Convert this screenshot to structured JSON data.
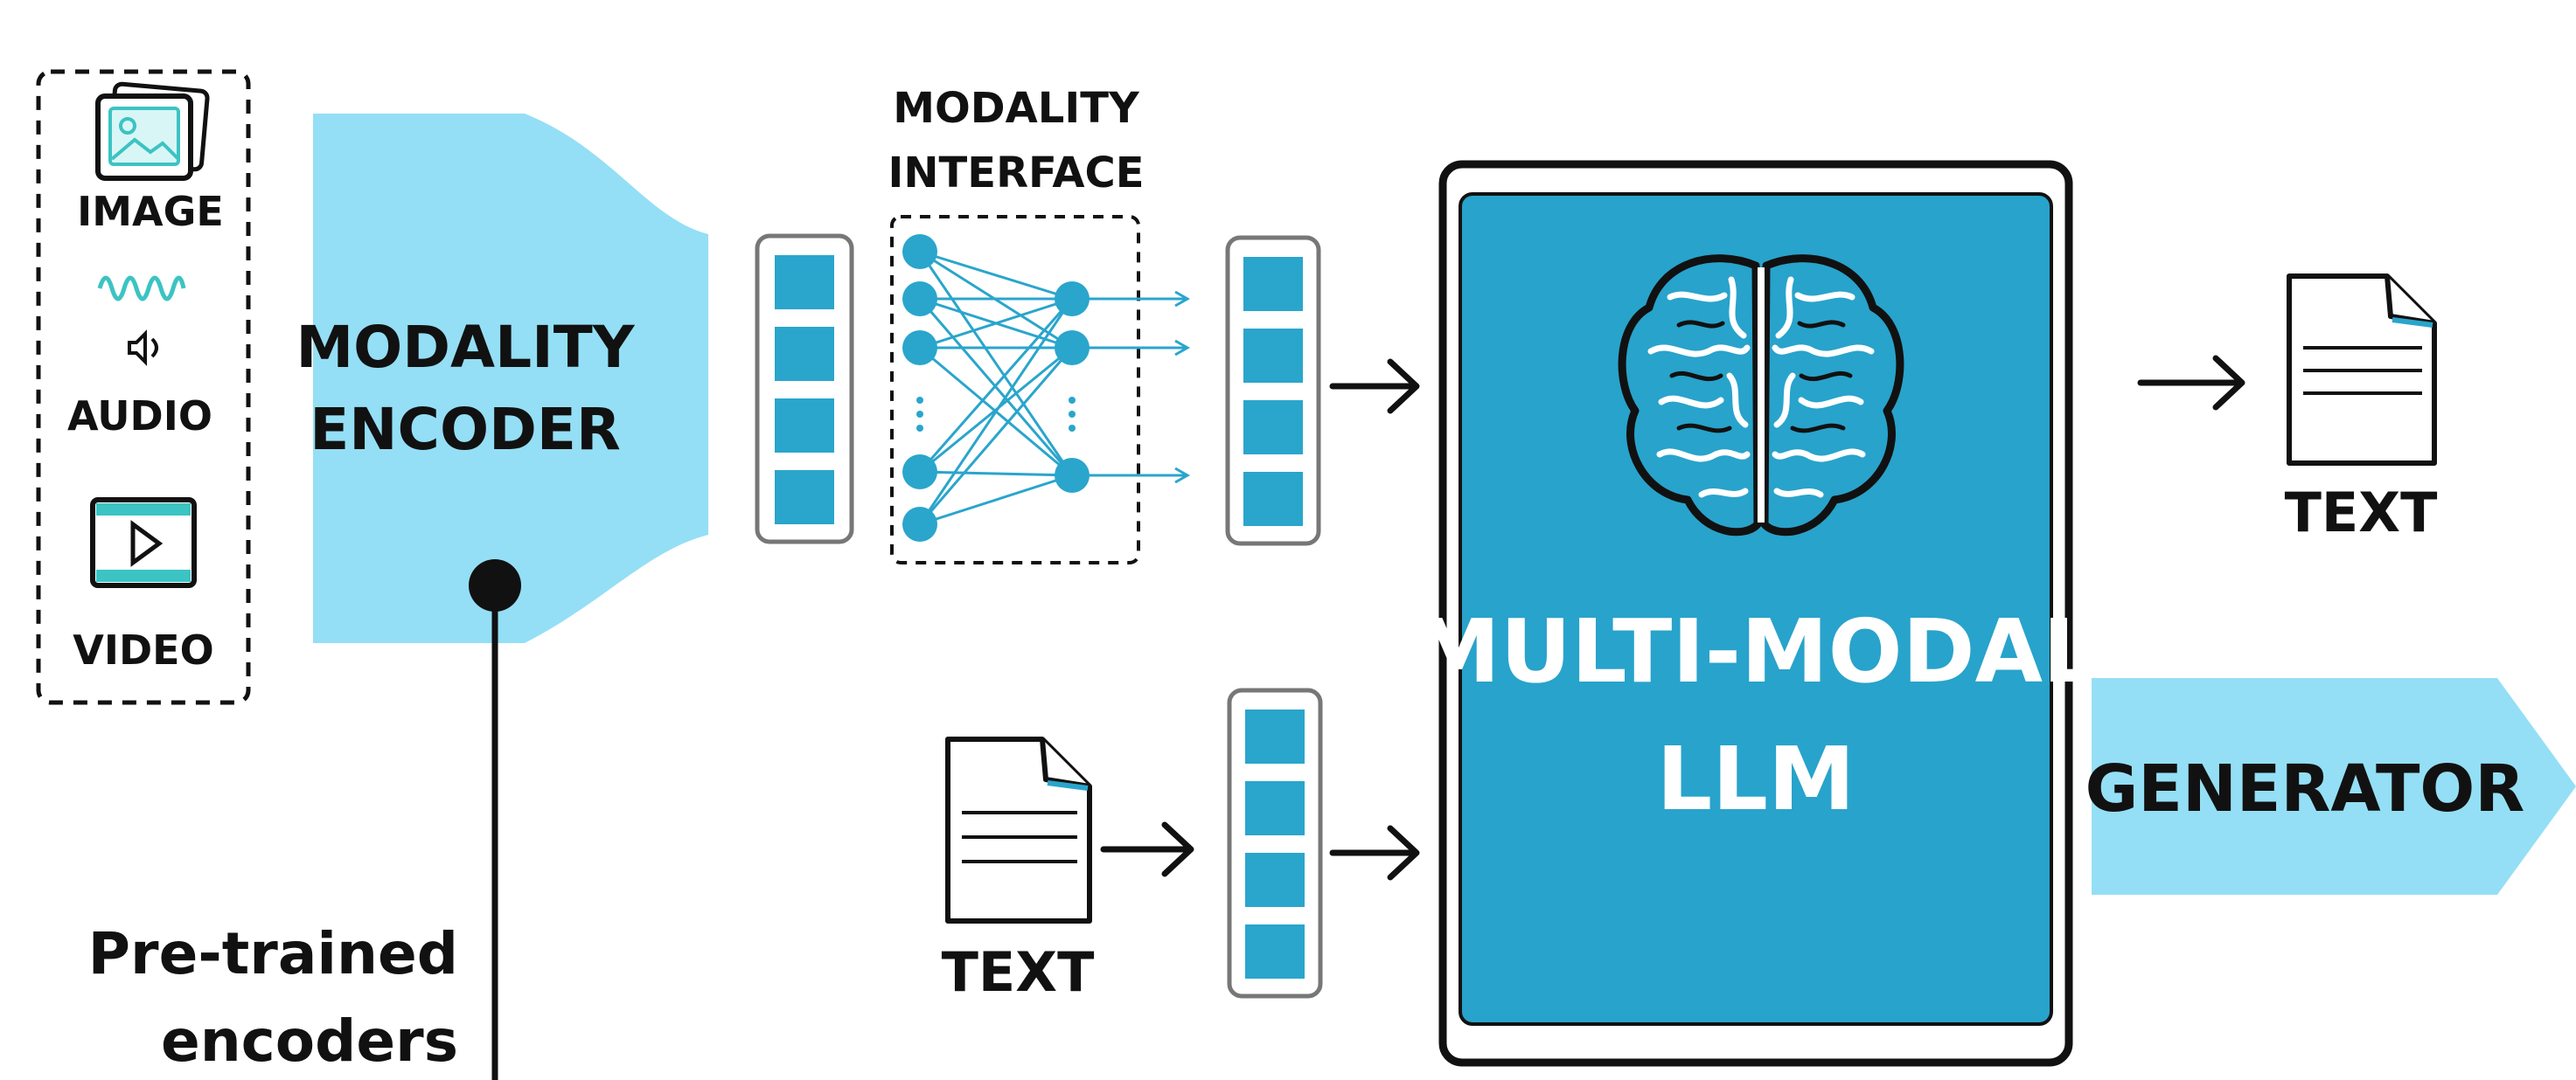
{
  "inputs": {
    "image_label": "IMAGE",
    "audio_label": "AUDIO",
    "video_label": "VIDEO"
  },
  "encoder": {
    "line1": "MODALITY",
    "line2": "ENCODER"
  },
  "interface": {
    "line1": "MODALITY",
    "line2": "INTERFACE"
  },
  "llm": {
    "line1": "MULTI-MODAL",
    "line2": "LLM"
  },
  "text_input_label": "TEXT",
  "text_output_label": "TEXT",
  "generator_label": "GENERATOR",
  "annotation": {
    "line1": "Pre-trained",
    "line2": "encoders"
  },
  "colors": {
    "light_blue": "#94DFF5",
    "token_blue": "#2AA5CC",
    "llm_blue": "#28A3CB",
    "icon_teal": "#3CC3C3",
    "ink": "#111111"
  },
  "icons": [
    "image-icon",
    "audio-wave-icon",
    "speaker-icon",
    "video-play-icon",
    "brain-icon",
    "document-icon",
    "arrow-right-icon"
  ]
}
